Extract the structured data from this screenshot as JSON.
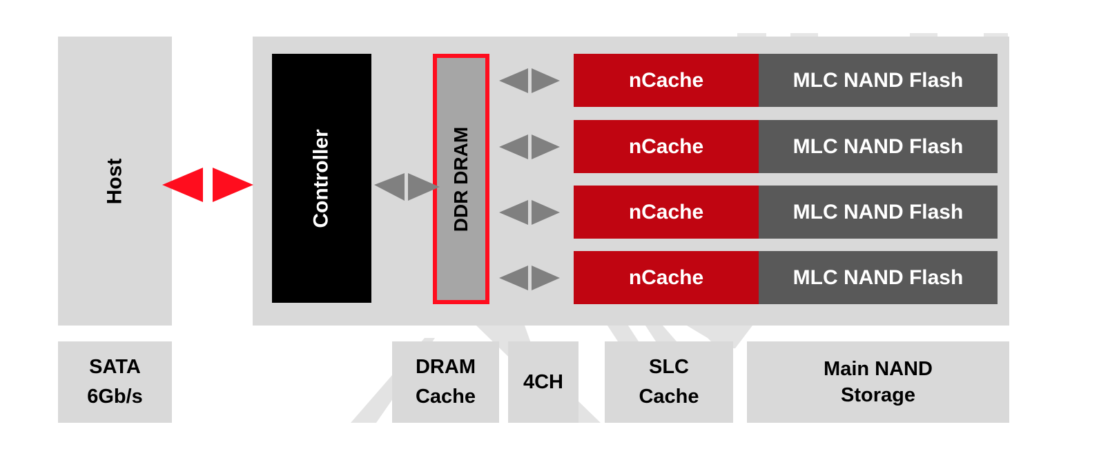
{
  "diagram": {
    "host": {
      "label": "Host"
    },
    "controller": {
      "label": "Controller"
    },
    "dram": {
      "label": "DDR DRAM"
    },
    "channels": [
      {
        "cache_label": "nCache",
        "flash_label": "MLC NAND Flash"
      },
      {
        "cache_label": "nCache",
        "flash_label": "MLC NAND Flash"
      },
      {
        "cache_label": "nCache",
        "flash_label": "MLC NAND Flash"
      },
      {
        "cache_label": "nCache",
        "flash_label": "MLC NAND Flash"
      }
    ],
    "legend": [
      {
        "id": "interface",
        "line1": "SATA",
        "line2": "6Gb/s"
      },
      {
        "id": "dram-cache",
        "line1": "DRAM",
        "line2": "Cache"
      },
      {
        "id": "channels",
        "line1": "4CH",
        "line2": ""
      },
      {
        "id": "slc-cache",
        "line1": "SLC",
        "line2": "Cache"
      },
      {
        "id": "main-storage",
        "line1": "Main NAND",
        "line2": "Storage"
      }
    ],
    "colors": {
      "panel_gray": "#d9d9d9",
      "controller_black": "#000000",
      "dram_gray": "#a6a6a6",
      "accent_red": "#ff0d1e",
      "ncache_red": "#c00511",
      "flash_dark_gray": "#595959",
      "arrow_gray": "#808080"
    }
  }
}
